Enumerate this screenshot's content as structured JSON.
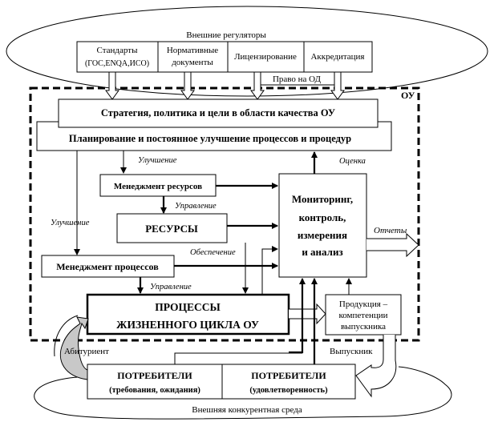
{
  "regulators": {
    "title": "Внешние регуляторы",
    "items": [
      {
        "line1": "Стандарты",
        "line2": "(ГОС,ENQA,ИСО)"
      },
      {
        "line1": "Нормативные",
        "line2": "документы"
      },
      {
        "line1": "Лицензирование",
        "line2": ""
      },
      {
        "line1": "Аккредитация",
        "line2": ""
      }
    ],
    "right_label": "Право на ОД"
  },
  "org": {
    "label": "ОУ",
    "strategy": "Стратегия, политика и цели в области качества ОУ",
    "planning": "Планирование и постоянное улучшение процессов и процедур",
    "resource_mgmt": "Менеджмент ресурсов",
    "resources": "РЕСУРСЫ",
    "process_mgmt": "Менеджмент процессов",
    "lifecycle": {
      "line1": "ПРОЦЕССЫ",
      "line2": "ЖИЗНЕННОГО ЦИКЛА ОУ"
    },
    "monitoring": {
      "line1": "Мониторинг,",
      "line2": "контроль,",
      "line3": "измерения",
      "line4": "и анализ"
    },
    "product": {
      "line1": "Продукция –",
      "line2": "компетенции",
      "line3": "выпускника"
    }
  },
  "labels": {
    "improvement_top": "Улучшение",
    "improvement_left": "Улучшение",
    "control_1": "Управление",
    "control_2": "Управление",
    "supply": "Обеспечение",
    "evaluation": "Оценка",
    "reports": "Отчеты",
    "applicant": "Абитуриент",
    "graduate": "Выпускник"
  },
  "consumers": {
    "left": {
      "line1": "ПОТРЕБИТЕЛИ",
      "line2": "(требования, ожидания)"
    },
    "right": {
      "line1": "ПОТРЕБИТЕЛИ",
      "line2": "(удовлетворенность)"
    },
    "environment": "Внешняя конкурентная среда"
  }
}
